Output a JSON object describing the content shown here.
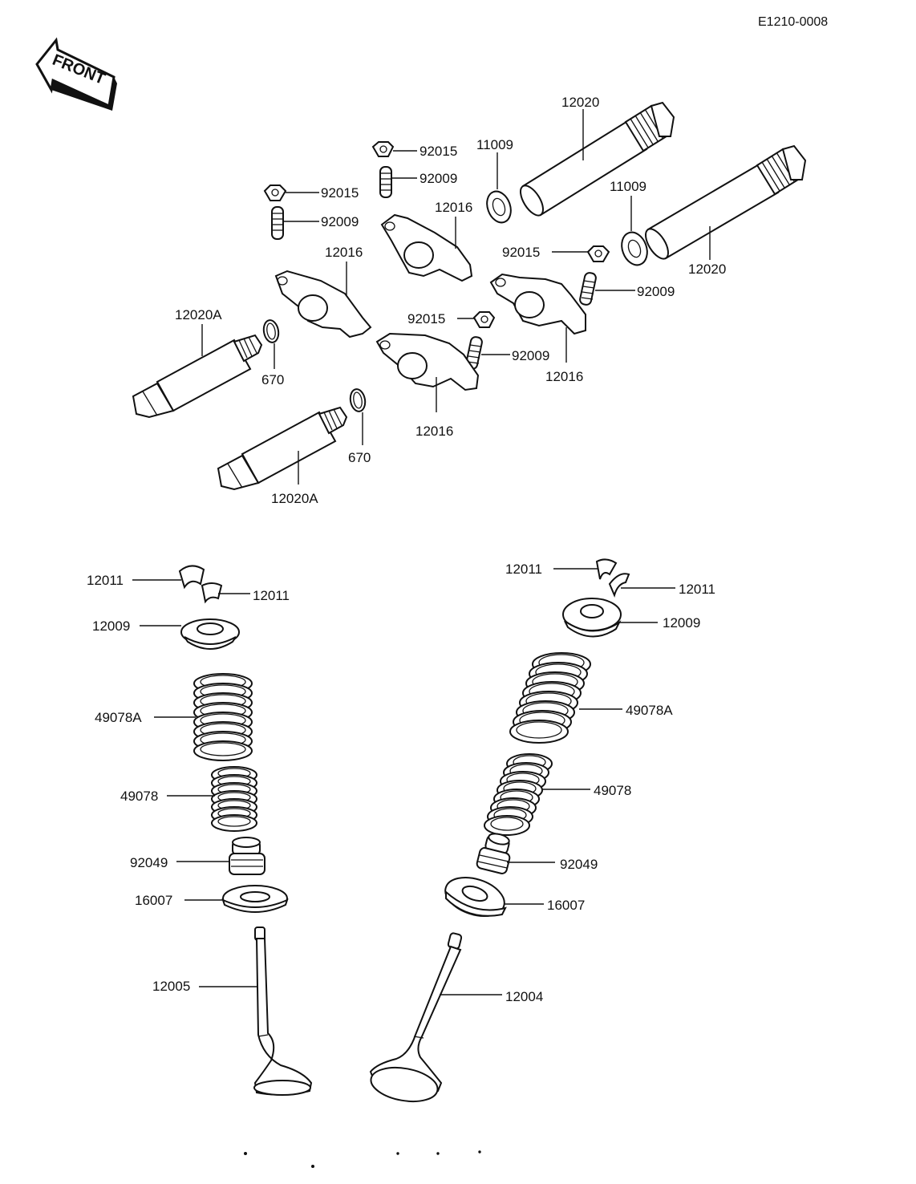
{
  "diagram_code": "E1210-0008",
  "front_label": "FRONT",
  "parts": {
    "p92015_a": "92015",
    "p92009_a": "92009",
    "p92015_b": "92015",
    "p92009_b": "92009",
    "p11009_a": "11009",
    "p12020_a": "12020",
    "p12016_a": "12016",
    "p12016_b": "12016",
    "p11009_b": "11009",
    "p92015_c": "92015",
    "p12020_b": "12020",
    "p92009_c": "92009",
    "p12020A_a": "12020A",
    "p670_a": "670",
    "p92015_d": "92015",
    "p92009_d": "92009",
    "p12016_c": "12016",
    "p12016_d": "12016",
    "p670_b": "670",
    "p12020A_b": "12020A",
    "p12011_a": "12011",
    "p12011_b": "12011",
    "p12009_a": "12009",
    "p49078A_a": "49078A",
    "p49078_a": "49078",
    "p92049_a": "92049",
    "p16007_a": "16007",
    "p12005": "12005",
    "p12011_c": "12011",
    "p12011_d": "12011",
    "p12009_b": "12009",
    "p49078A_b": "49078A",
    "p49078_b": "49078",
    "p92049_b": "92049",
    "p16007_b": "16007",
    "p12004": "12004"
  }
}
